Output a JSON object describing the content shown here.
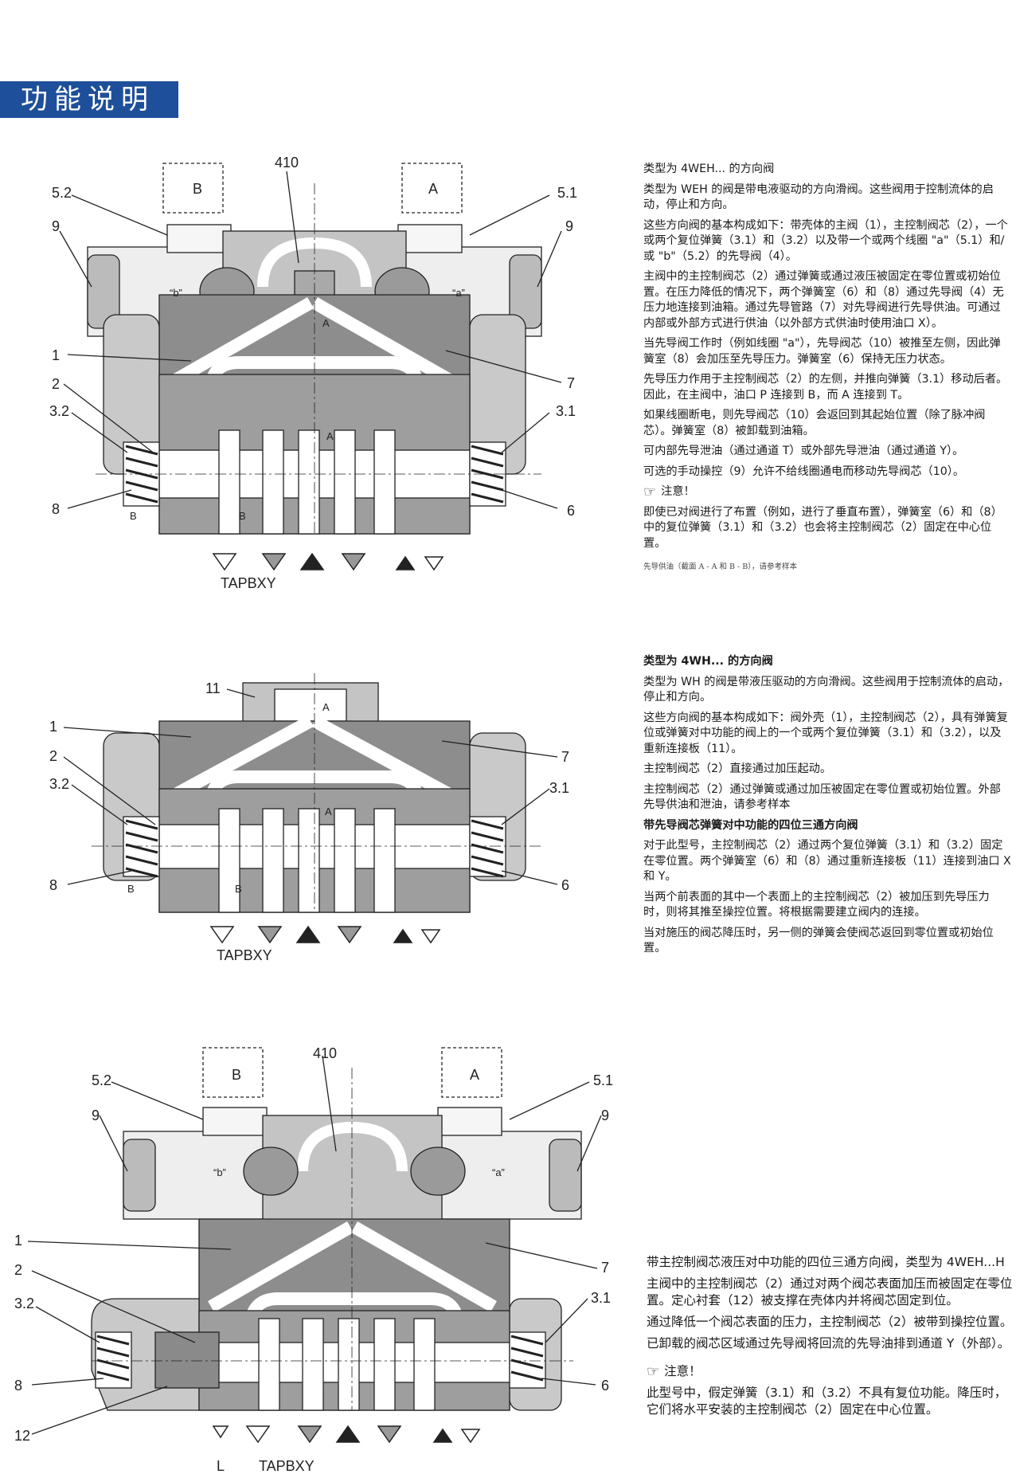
{
  "header": {
    "title": "功能说明"
  },
  "diagram1": {
    "labels": {
      "n410": "410",
      "n52": "5.2",
      "n51": "5.1",
      "n9l": "9",
      "n9r": "9",
      "n1": "1",
      "n2": "2",
      "n32": "3.2",
      "n8": "8",
      "n7": "7",
      "n31": "3.1",
      "n6": "6",
      "coilB": "B",
      "coilA": "A",
      "qb": "“b”",
      "qa": "“a”",
      "pa1": "A",
      "pa2": "A",
      "pb1": "B",
      "pb2": "B",
      "ports": "TAPBXY"
    }
  },
  "diagram2": {
    "labels": {
      "n11": "11",
      "n1": "1",
      "n2": "2",
      "n32": "3.2",
      "n8": "8",
      "n7": "7",
      "n31": "3.1",
      "n6": "6",
      "pa1": "A",
      "pa2": "A",
      "pb1": "B",
      "pb2": "B",
      "ports": "TAPBXY"
    }
  },
  "diagram3": {
    "labels": {
      "n410": "410",
      "n52": "5.2",
      "n51": "5.1",
      "n9l": "9",
      "n9r": "9",
      "n1": "1",
      "n2": "2",
      "n32": "3.2",
      "n8": "8",
      "n12": "12",
      "n7": "7",
      "n31": "3.1",
      "n6": "6",
      "coilB": "B",
      "coilA": "A",
      "qb": "“b”",
      "qa": "“a”",
      "portL": "L",
      "ports": "TAPBXY"
    }
  },
  "text1": {
    "title": "类型为 4WEH... 的方向阀",
    "p1": "类型为 WEH 的阀是带电液驱动的方向滑阀。这些阀用于控制流体的启动，停止和方向。",
    "p2": "这些方向阀的基本构成如下：带壳体的主阀（1），主控制阀芯（2），一个或两个复位弹簧（3.1）和（3.2）以及带一个或两个线圈 \"a\"（5.1）和/或 \"b\"（5.2）的先导阀（4）。",
    "p3": "主阀中的主控制阀芯（2）通过弹簧或通过液压被固定在零位置或初始位置。在压力降低的情况下，两个弹簧室（6）和（8）通过先导阀（4）无压力地连接到油箱。通过先导管路（7）对先导阀进行先导供油。可通过内部或外部方式进行供油（以外部方式供油时使用油口 X）。",
    "p4": "当先导阀工作时（例如线圈 \"a\"），先导阀芯（10）被推至左侧，因此弹簧室（8）会加压至先导压力。弹簧室（6）保持无压力状态。",
    "p5": "先导压力作用于主控制阀芯（2）的左侧，并推向弹簧（3.1）移动后者。因此，在主阀中，油口 P 连接到 B，而 A 连接到 T。",
    "p6": "如果线圈断电，则先导阀芯（10）会返回到其起始位置（除了脉冲阀芯）。弹簧室（8）被卸载到油箱。",
    "p7": "可内部先导泄油（通过通道 T）或外部先导泄油（通过通道 Y）。",
    "p8": "可选的手动操控（9）允许不给线圈通电而移动先导阀芯（10）。",
    "note_label": "注意！",
    "p9": "即使已对阀进行了布置（例如，进行了垂直布置），弹簧室（6）和（8）中的复位弹簧（3.1）和（3.2）也会将主控制阀芯（2）固定在中心位置。",
    "small": "先导供油（截面 A - A 和 B - B），请参考样本"
  },
  "text2": {
    "title": "类型为 4WH... 的方向阀",
    "p1": "类型为 WH 的阀是带液压驱动的方向滑阀。这些阀用于控制流体的启动，停止和方向。",
    "p2": "这些方向阀的基本构成如下：阀外壳（1），主控制阀芯（2），具有弹簧复位或弹簧对中功能的阀上的一个或两个复位弹簧（3.1）和（3.2），以及重新连接板（11）。",
    "p3": "主控制阀芯（2）直接通过加压起动。",
    "p4": "主控制阀芯（2）通过弹簧或通过加压被固定在零位置或初始位置。外部先导供油和泄油，请参考样本",
    "sub": "带先导阀芯弹簧对中功能的四位三通方向阀",
    "p5": "对于此型号，主控制阀芯（2）通过两个复位弹簧（3.1）和（3.2）固定在零位置。两个弹簧室（6）和（8）通过重新连接板（11）连接到油口 X 和 Y。",
    "p6": "当两个前表面的其中一个表面上的主控制阀芯（2）被加压到先导压力时，则将其推至操控位置。将根据需要建立阀内的连接。",
    "p7": "当对施压的阀芯降压时，另一侧的弹簧会使阀芯返回到零位置或初始位置。"
  },
  "text3": {
    "title": "带主控制阀芯液压对中功能的四位三通方向阀，类型为 4WEH...H",
    "p1": "主阀中的主控制阀芯（2）通过对两个阀芯表面加压而被固定在零位置。定心衬套（12）被支撑在壳体内并将阀芯固定到位。",
    "p2": "通过降低一个阀芯表面的压力，主控制阀芯（2）被带到操控位置。",
    "p3": "已卸载的阀芯区域通过先导阀将回流的先导油排到通道 Y（外部）。",
    "note_label": "注意！",
    "p4": "此型号中，假定弹簧（3.1）和（3.2）不具有复位功能。降压时，它们将水平安装的主控制阀芯（2）固定在中心位置。"
  }
}
